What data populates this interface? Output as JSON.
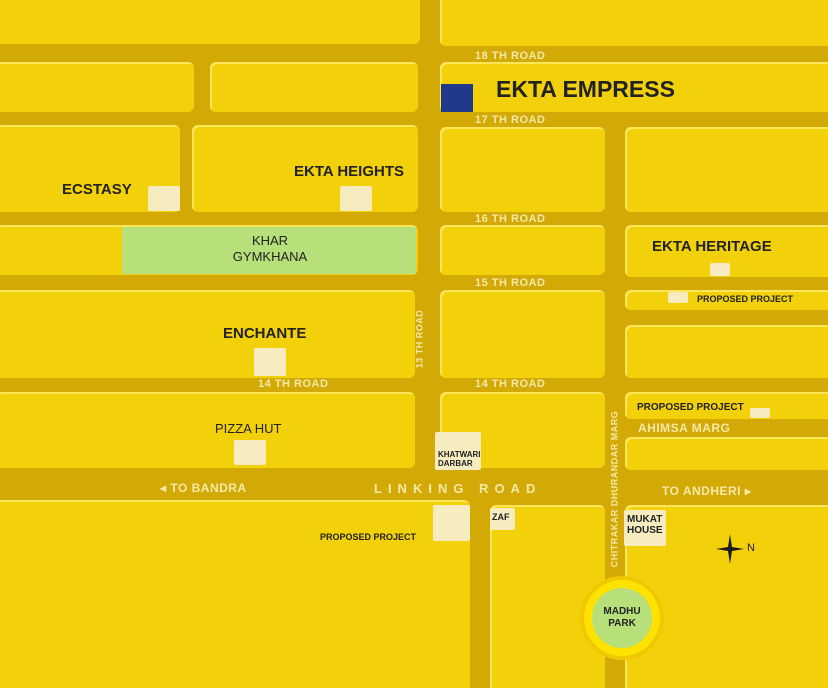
{
  "roads": {
    "r18": "18 TH ROAD",
    "r17": "17 TH ROAD",
    "r16": "16 TH ROAD",
    "r15": "15 TH ROAD",
    "r14a": "14 TH ROAD",
    "r14b": "14 TH ROAD",
    "r13": "13 TH ROAD",
    "linking": "LINKING ROAD",
    "to_bandra": "◂  TO BANDRA",
    "to_andheri": "TO ANDHERI  ▸",
    "ahimsa": "AHIMSA MARG",
    "chitrakar": "CHITRAKAR DHURANDAR MARG"
  },
  "places": {
    "ekta_empress": "EKTA EMPRESS",
    "ekta_heights": "EKTA HEIGHTS",
    "ecstasy": "ECSTASY",
    "gymkhana": "KHAR GYMKHANA",
    "ekta_heritage": "EKTA HERITAGE",
    "proposed1": "PROPOSED PROJECT",
    "enchante": "ENCHANTE",
    "proposed2": "PROPOSED PROJECT",
    "pizza_hut": "PIZZA HUT",
    "khatwari": "KHATWARI DARBAR",
    "proposed3": "PROPOSED PROJECT",
    "zaf": "ZAF",
    "mukat": "MUKAT HOUSE",
    "madhu": "MADHU PARK"
  },
  "compass": {
    "label": "N",
    "icon": "compass-rose-icon"
  },
  "colors": {
    "road": "#d2a905",
    "block": "#f3d10a",
    "highlight": "#1f3a8a",
    "park": "#b7e07a"
  }
}
